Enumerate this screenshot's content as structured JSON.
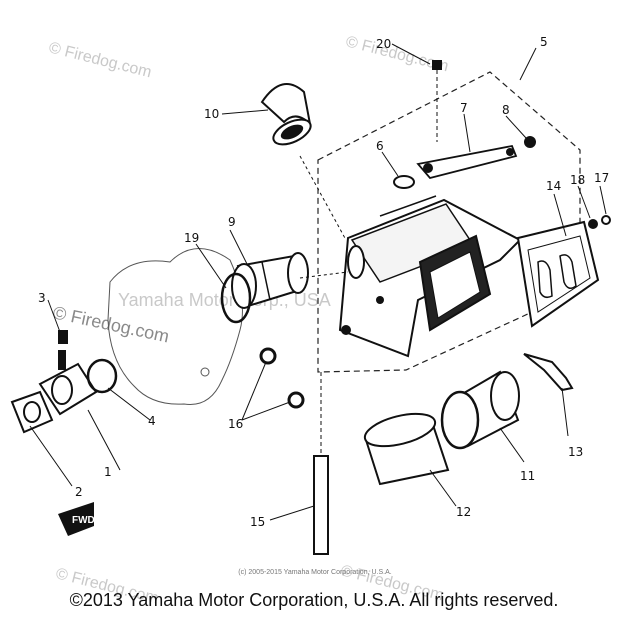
{
  "watermarks": {
    "site": "© Firedog.com",
    "manufacturer": "Yamaha Motor Corp., USA"
  },
  "callouts": [
    {
      "id": "1",
      "label": "1"
    },
    {
      "id": "2",
      "label": "2"
    },
    {
      "id": "3",
      "label": "3"
    },
    {
      "id": "4",
      "label": "4"
    },
    {
      "id": "5",
      "label": "5"
    },
    {
      "id": "6",
      "label": "6"
    },
    {
      "id": "7",
      "label": "7"
    },
    {
      "id": "8",
      "label": "8"
    },
    {
      "id": "9",
      "label": "9"
    },
    {
      "id": "10",
      "label": "10"
    },
    {
      "id": "11",
      "label": "11"
    },
    {
      "id": "12",
      "label": "12"
    },
    {
      "id": "13",
      "label": "13"
    },
    {
      "id": "14",
      "label": "14"
    },
    {
      "id": "15",
      "label": "15"
    },
    {
      "id": "16",
      "label": "16"
    },
    {
      "id": "17",
      "label": "17"
    },
    {
      "id": "18",
      "label": "18"
    },
    {
      "id": "19",
      "label": "19"
    },
    {
      "id": "20",
      "label": "20"
    }
  ],
  "fwd_mark": "FWD",
  "small_copyright": "(c) 2005-2015 Yamaha Motor Corporation, U.S.A.",
  "copyright": "©2013 Yamaha Motor Corporation, U.S.A. All rights reserved."
}
